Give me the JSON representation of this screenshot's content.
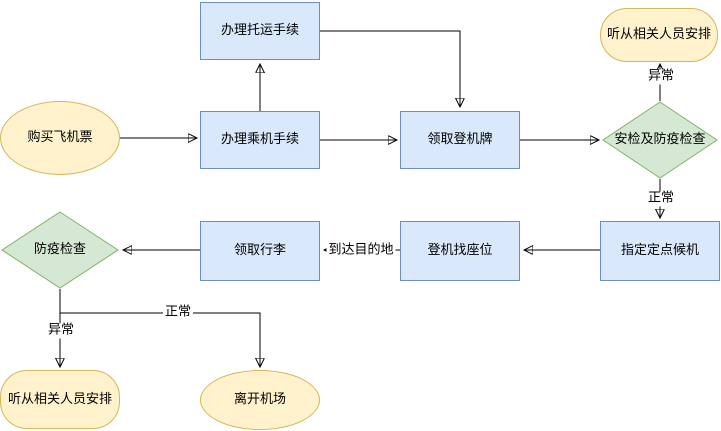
{
  "diagram": {
    "title": "airport-boarding-flowchart",
    "nodes": {
      "buy_ticket": {
        "label": "购买飞机票",
        "type": "ellipse"
      },
      "baggage_checkin": {
        "label": "办理托运手续",
        "type": "process"
      },
      "flight_checkin": {
        "label": "办理乘机手续",
        "type": "process"
      },
      "boarding_pass": {
        "label": "领取登机牌",
        "type": "process"
      },
      "security_check": {
        "label": "安检及防疫检查",
        "type": "decision"
      },
      "follow_staff_top": {
        "label": "听从相关人员安排",
        "type": "terminator"
      },
      "designated_waiting": {
        "label": "指定定点候机",
        "type": "process"
      },
      "board_find_seat": {
        "label": "登机找座位",
        "type": "process"
      },
      "claim_luggage": {
        "label": "领取行李",
        "type": "process"
      },
      "quarantine_check": {
        "label": "防疫检查",
        "type": "decision"
      },
      "follow_staff_bottom": {
        "label": "听从相关人员安排",
        "type": "terminator"
      },
      "leave_airport": {
        "label": "离开机场",
        "type": "ellipse"
      }
    },
    "edge_labels": {
      "security_abnormal": "异常",
      "security_normal": "正常",
      "arrive_destination": "到达目的地",
      "quarantine_normal": "正常",
      "quarantine_abnormal": "异常"
    },
    "colors": {
      "process_fill": "#dae8fc",
      "process_border": "#6c8ebf",
      "decision_fill": "#d5e8d4",
      "decision_border": "#82b366",
      "terminator_fill": "#fff2cc",
      "terminator_border": "#d6b656",
      "edge": "#000000"
    }
  }
}
